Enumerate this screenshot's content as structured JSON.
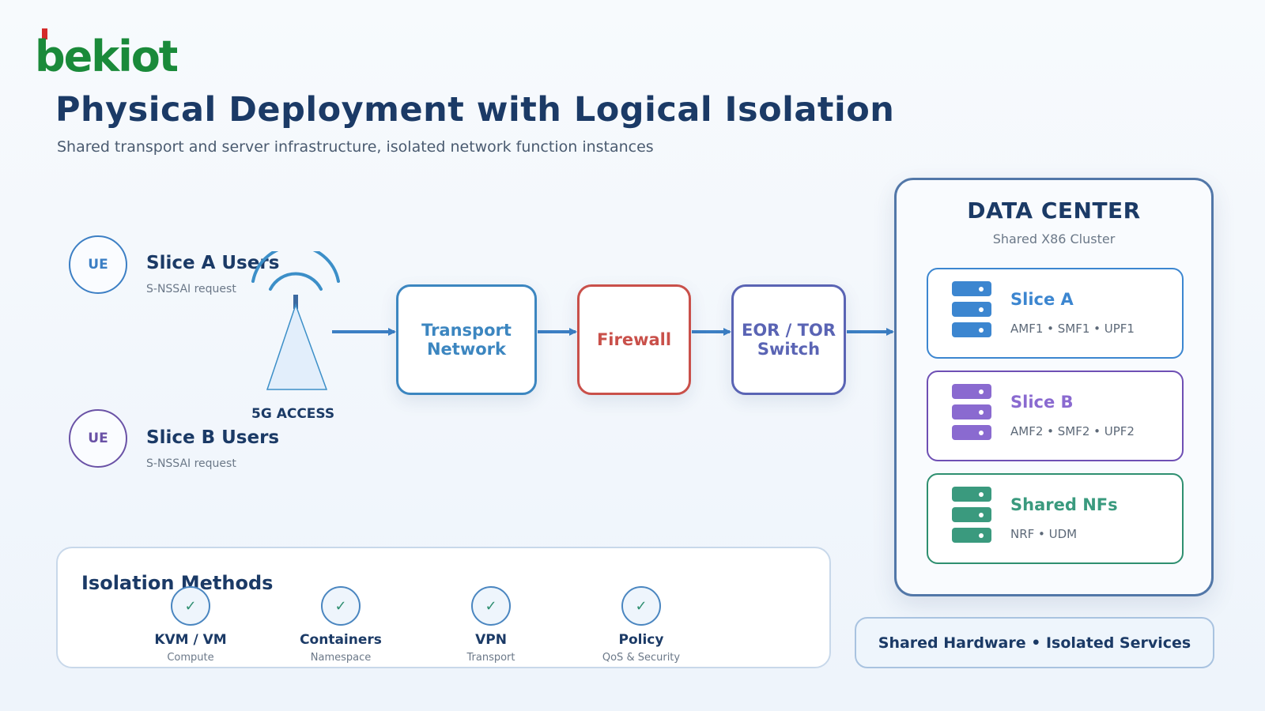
{
  "logo": {
    "text": "bekiot",
    "colors": {
      "primary": "#1a8a3a",
      "accent": "#d42a2a"
    }
  },
  "header": {
    "title": "Physical Deployment with Logical Isolation",
    "subtitle": "Shared transport and server infrastructure, isolated network function instances"
  },
  "users": [
    {
      "badge": "UE",
      "title": "Slice A Users",
      "sub": "S-NSSAI request",
      "color": "#3c7fc4"
    },
    {
      "badge": "UE",
      "title": "Slice B Users",
      "sub": "S-NSSAI request",
      "color": "#6a52a6"
    }
  ],
  "access": {
    "label": "5G ACCESS",
    "icon": "antenna-tower-icon"
  },
  "path": [
    {
      "label": "Transport Network",
      "color": "#3c86c0"
    },
    {
      "label": "Firewall",
      "color": "#c9504a"
    },
    {
      "label": "EOR / TOR Switch",
      "color": "#5a64b4"
    }
  ],
  "datacenter": {
    "title": "DATA CENTER",
    "subtitle": "Shared X86 Cluster",
    "slices": [
      {
        "name": "Slice A",
        "nfs": "AMF1 • SMF1 • UPF1",
        "color": "#3c86d0",
        "icon": "server-stack-icon"
      },
      {
        "name": "Slice B",
        "nfs": "AMF2 • SMF2 • UPF2",
        "color": "#8a6ad0",
        "icon": "server-stack-icon"
      },
      {
        "name": "Shared NFs",
        "nfs": "NRF • UDM",
        "color": "#3a9a7e",
        "icon": "server-stack-icon"
      }
    ]
  },
  "shared_note": "Shared Hardware • Isolated Services",
  "isolation": {
    "title": "Isolation Methods",
    "methods": [
      {
        "name": "KVM / VM",
        "desc": "Compute",
        "icon": "check-icon"
      },
      {
        "name": "Containers",
        "desc": "Namespace",
        "icon": "check-icon"
      },
      {
        "name": "VPN",
        "desc": "Transport",
        "icon": "check-icon"
      },
      {
        "name": "Policy",
        "desc": "QoS & Security",
        "icon": "check-icon"
      }
    ]
  }
}
